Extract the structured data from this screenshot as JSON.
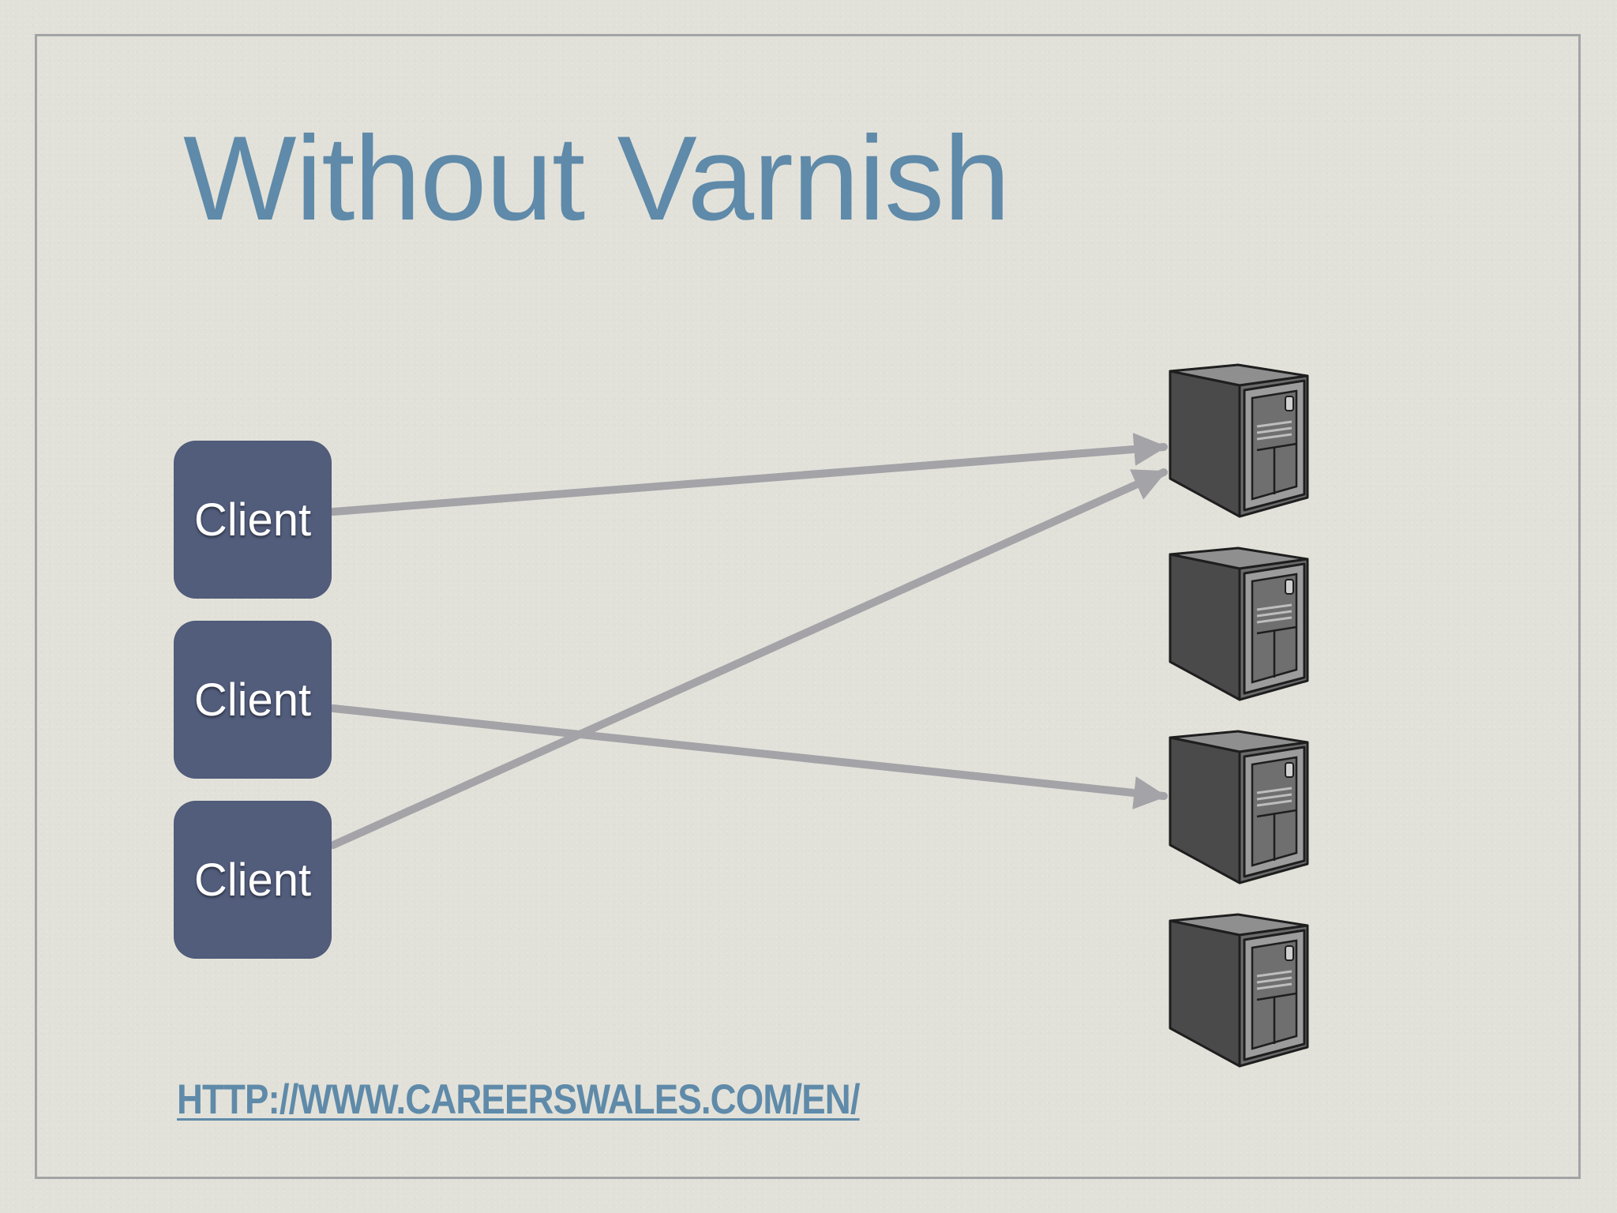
{
  "slide": {
    "title": "Without Varnish",
    "link_text": "HTTP://WWW.CAREERSWALES.COM/EN/"
  },
  "clients": [
    {
      "label": "Client"
    },
    {
      "label": "Client"
    },
    {
      "label": "Client"
    }
  ],
  "servers": [
    {
      "icon": "server-tower-icon"
    },
    {
      "icon": "server-tower-icon"
    },
    {
      "icon": "server-tower-icon"
    },
    {
      "icon": "server-tower-icon"
    }
  ],
  "connections": [
    {
      "from": "client-1",
      "to": "server-1"
    },
    {
      "from": "client-2",
      "to": "server-3"
    },
    {
      "from": "client-3",
      "to": "server-1"
    }
  ],
  "colors": {
    "background": "#e2e1d9",
    "title": "#5f8aa9",
    "client_box": "#525d7c",
    "arrow": "#a3a3a8",
    "frame": "#a2a3a6"
  }
}
